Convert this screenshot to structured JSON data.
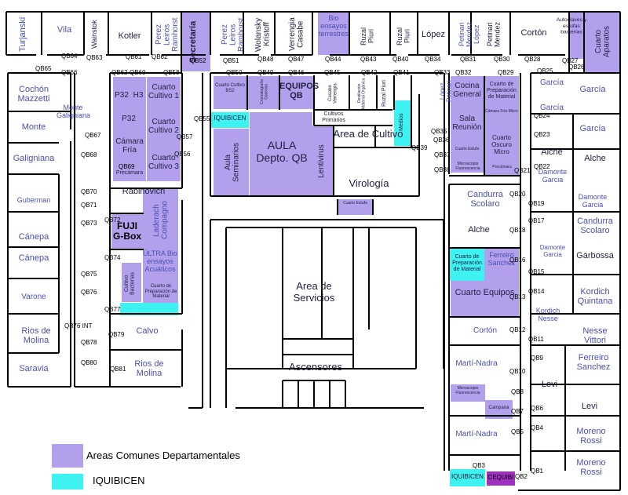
{
  "colors": {
    "common": "#b3a0ec",
    "iquibicen": "#3ff2f2",
    "cequibi": "#a030c0",
    "text_blue": "#4a4fb0"
  },
  "legend": {
    "common": "Areas Comunes Departamentales",
    "iquibicen": "IQUIBICEN"
  },
  "top_offices": [
    "Turjanski",
    "Vila",
    "Wainstok",
    "Kotler",
    "Perez Leiros Ramhorst",
    "Secretaría",
    "Perez Leiros Ramhorst",
    "Wolansky Kristoff",
    "Verrengia Casabe",
    "Bio ensayos terrestres",
    "Ruzal Piuri",
    "Ruzal Piuri",
    "López",
    "Petinari Mendez López",
    "Petinari Mendez",
    "Cortón",
    "Autoclaves y estufas bacterias",
    "Cuarto Aparatos"
  ],
  "left_offices": [
    "Cochón Mazzetti",
    "Monte Galigniana",
    "Monte",
    "Galigniana",
    "Guberman",
    "Cánepa",
    "Cánepa",
    "Varone",
    "Rios de Molina",
    "Saravia"
  ],
  "left_inner": [
    "P32",
    "H3",
    "Cuarto Cultivo 1",
    "P32",
    "Cuarto Cultivo 2",
    "Cámara Fría",
    "Cuarto Cultivo 3",
    "Precámara",
    "Rabinovich",
    "FUJI G-Box",
    "Laderach Compagno",
    "ÚLTRA Bio ensayos Acuáticos",
    "Cultivo Bacterias",
    "Cuarto de Preparación de Material",
    "Calvo",
    "Rios de Molina"
  ],
  "center": [
    "Cuarto Cultivo BS2",
    "Cromatografía Gaseosa",
    "EQUIPOS QB",
    "Casabe Verrengia",
    "Destilación Material Orgánica",
    "Ruzal Piuri",
    "Medios",
    "IQUIBICEN",
    "AULA Depto. QB",
    "Aula Seminarios",
    "Cultivos Primarios",
    "Area de Cultivo",
    "Lentivirus",
    "Virología",
    "Cuarto Estufa",
    "Area de Servicios",
    "Ascensores"
  ],
  "right_inner": [
    "López Petinari",
    "Cocina General",
    "Cuarto de Preparación de Material",
    "Cámara Fría Micro",
    "Sala Reunión",
    "Cuarto Oscuro Micro",
    "Cuarto Estufa",
    "Microscopio Fluorescencia",
    "Precámara",
    "Candurra Scolaro",
    "Alche",
    "Cuarto de Preparación de Material",
    "Ferreiro Sanchez",
    "Cuarto Equipos",
    "Cortón",
    "Martí-Nadra",
    "Microscopio Fluorescencia",
    "Campana",
    "Martí-Nadra",
    "IQUIBICEN",
    "CEQUIBI"
  ],
  "right_offices": [
    "García",
    "García",
    "García",
    "Alche",
    "Damonte Garcia",
    "Alche",
    "Damonte Garcia",
    "Candurra Scolaro",
    "Damonte Garcia",
    "Garbossa",
    "Kordich Quintana",
    "Kordich Nesse",
    "Nesse Vittori",
    "Ferreiro Sanchez",
    "Levi",
    "Levi",
    "Moreno Rossi",
    "Moreno Rossi"
  ],
  "codes": [
    "QB64",
    "QB63",
    "QB61",
    "QB62",
    "QB52",
    "QB51",
    "QB48",
    "QB47",
    "QB44",
    "QB43",
    "QB40",
    "QB34",
    "QB31",
    "QB30",
    "QB28",
    "QB27",
    "QB26",
    "QB65",
    "QB66",
    "QB62",
    "QB60",
    "QB58",
    "QB50",
    "QB49",
    "QB46",
    "QB45",
    "QB42",
    "QB41",
    "QB33",
    "QB32",
    "QB29",
    "QB25",
    "QB67",
    "QB55",
    "QB57",
    "QB68",
    "QB69",
    "QB56",
    "QB70",
    "QB71",
    "QB72",
    "QB73",
    "QB74",
    "QB75",
    "QB76",
    "QB77",
    "QB76 INT",
    "QB78",
    "QB79",
    "QB80",
    "QB81",
    "QB35",
    "QB36",
    "QB39",
    "QB37",
    "QB38",
    "QB21",
    "QB24",
    "QB23",
    "QB22",
    "QB20",
    "QB19",
    "QB18",
    "QB17",
    "QB16",
    "QB15",
    "QB13",
    "QB14",
    "QB12",
    "QB11",
    "QB10",
    "QB9",
    "QB8",
    "QB7",
    "QB6",
    "QB5",
    "QB4",
    "QB3",
    "QB2",
    "QB1"
  ]
}
